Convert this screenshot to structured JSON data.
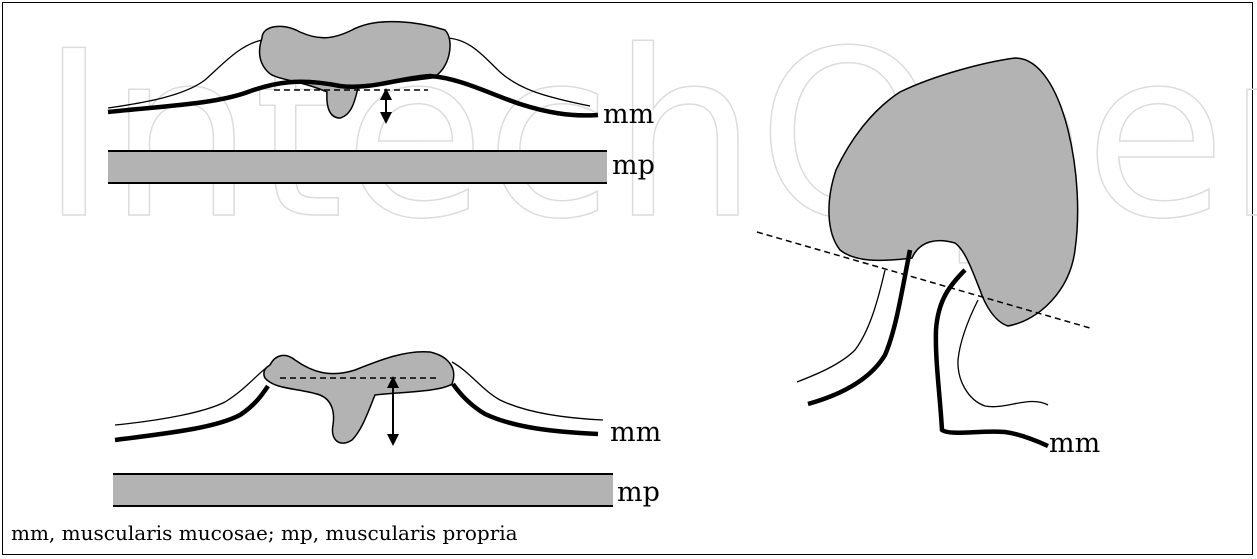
{
  "watermark": "IntechOpen",
  "panels": {
    "top_left": {
      "mm_label": "mm",
      "mp_label": "mp"
    },
    "bottom_left": {
      "mm_label": "mm",
      "mp_label": "mp"
    },
    "right": {
      "mm_label": "mm"
    }
  },
  "caption": "mm, muscularis mucosae; mp, muscularis propria",
  "colors": {
    "tumor_fill": "#b3b3b3",
    "line": "#000000",
    "watermark": "#dcdcdc"
  }
}
